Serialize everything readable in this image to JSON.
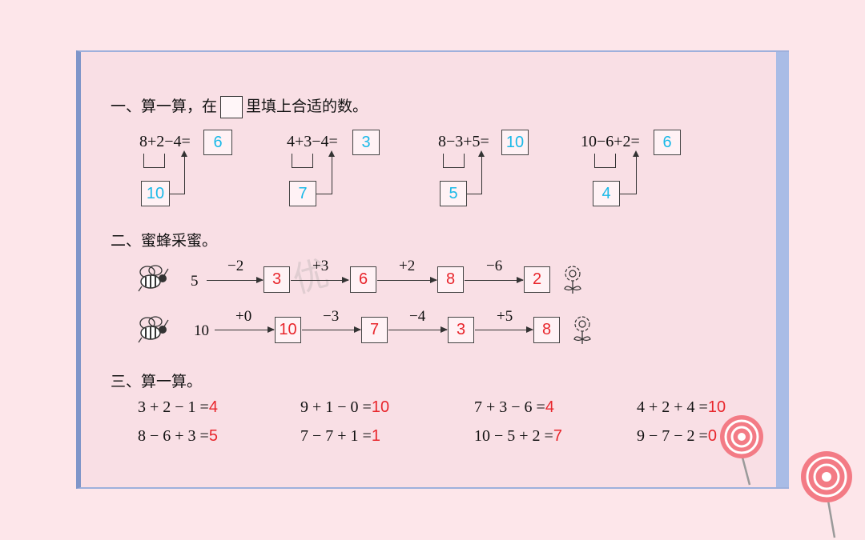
{
  "colors": {
    "answer_cyan": "#1ab9e8",
    "answer_red": "#e8262c",
    "background": "#fde6ea"
  },
  "section1": {
    "heading_prefix": "一、算一算，在",
    "heading_suffix": "里填上合适的数。",
    "problems": [
      {
        "expr": "8+2−4=",
        "answer": "6",
        "intermediate": "10"
      },
      {
        "expr": "4+3−4=",
        "answer": "3",
        "intermediate": "7"
      },
      {
        "expr": "8−3+5=",
        "answer": "10",
        "intermediate": "5"
      },
      {
        "expr": "10−6+2=",
        "answer": "6",
        "intermediate": "4"
      }
    ]
  },
  "section2": {
    "heading": "二、蜜蜂采蜜。",
    "chains": [
      {
        "start": "5",
        "steps": [
          {
            "op": "−2",
            "result": "3"
          },
          {
            "op": "+3",
            "result": "6"
          },
          {
            "op": "+2",
            "result": "8"
          },
          {
            "op": "−6",
            "result": "2"
          }
        ]
      },
      {
        "start": "10",
        "steps": [
          {
            "op": "+0",
            "result": "10"
          },
          {
            "op": "−3",
            "result": "7"
          },
          {
            "op": "−4",
            "result": "3"
          },
          {
            "op": "+5",
            "result": "8"
          }
        ]
      }
    ]
  },
  "section3": {
    "heading": "三、算一算。",
    "rows": [
      [
        {
          "expr": "3 + 2 − 1 =",
          "answer": "4"
        },
        {
          "expr": "9 + 1 − 0 =",
          "answer": "10"
        },
        {
          "expr": "7 + 3 − 6 =",
          "answer": "4"
        },
        {
          "expr": "4 + 2 + 4 =",
          "answer": "10"
        }
      ],
      [
        {
          "expr": "8 − 6 + 3 =",
          "answer": "5"
        },
        {
          "expr": "7 − 7 + 1 =",
          "answer": "1"
        },
        {
          "expr": "10 − 5 + 2 =",
          "answer": "7"
        },
        {
          "expr": "9 − 7 − 2 =",
          "answer": "0"
        }
      ]
    ]
  },
  "watermark": "优"
}
